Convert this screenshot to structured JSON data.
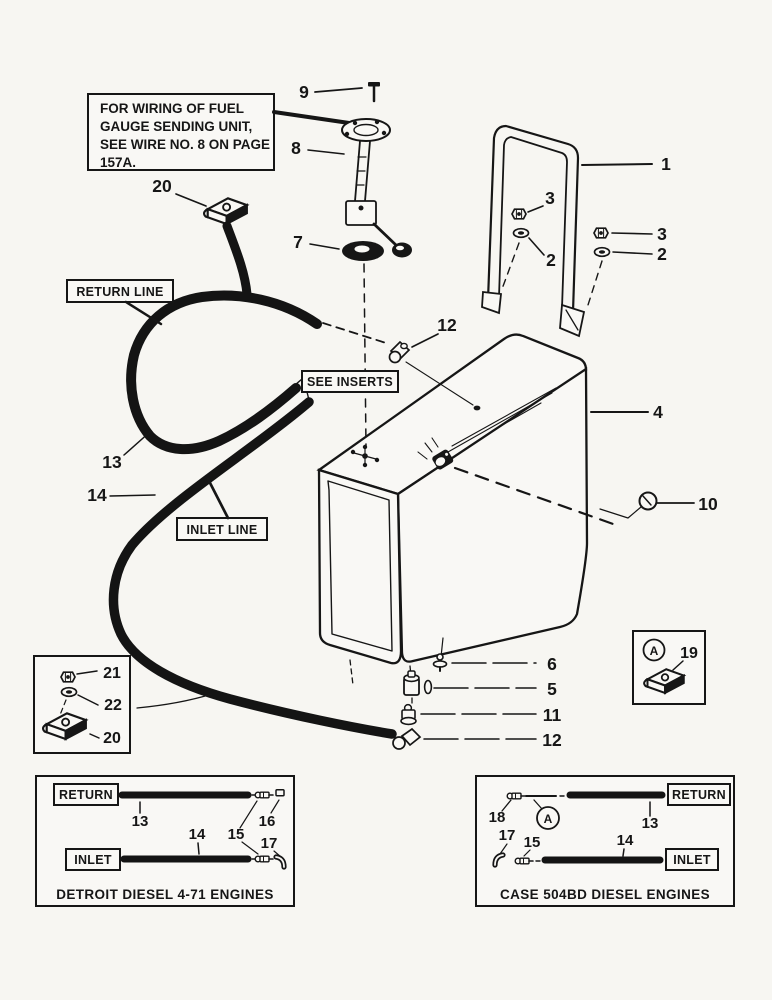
{
  "colors": {
    "ink": "#161616",
    "paper": "#f7f6f2"
  },
  "note": {
    "line1": "FOR WIRING OF FUEL",
    "line2": "GAUGE SENDING UNIT,",
    "line3": "SEE WIRE NO. 8 ON PAGE",
    "line4": "157A."
  },
  "tags": {
    "return_line": "RETURN LINE",
    "see_inserts": "SEE INSERTS",
    "inlet_line": "INLET LINE"
  },
  "callouts": {
    "n1": "1",
    "n2": "2",
    "n3": "3",
    "n4": "4",
    "n5": "5",
    "n6": "6",
    "n7": "7",
    "n8": "8",
    "n9": "9",
    "n10": "10",
    "n11": "11",
    "n12": "12",
    "n13": "13",
    "n14": "14",
    "n15": "15",
    "n16": "16",
    "n17": "17",
    "n18": "18",
    "n19": "19",
    "n20": "20",
    "n21": "21",
    "n22": "22"
  },
  "detail": {
    "marker": "A"
  },
  "insets": {
    "detroit": {
      "caption": "DETROIT DIESEL 4-71 ENGINES",
      "return": "RETURN",
      "inlet": "INLET"
    },
    "case": {
      "caption": "CASE 504BD DIESEL ENGINES",
      "return": "RETURN",
      "inlet": "INLET",
      "marker": "A"
    }
  }
}
